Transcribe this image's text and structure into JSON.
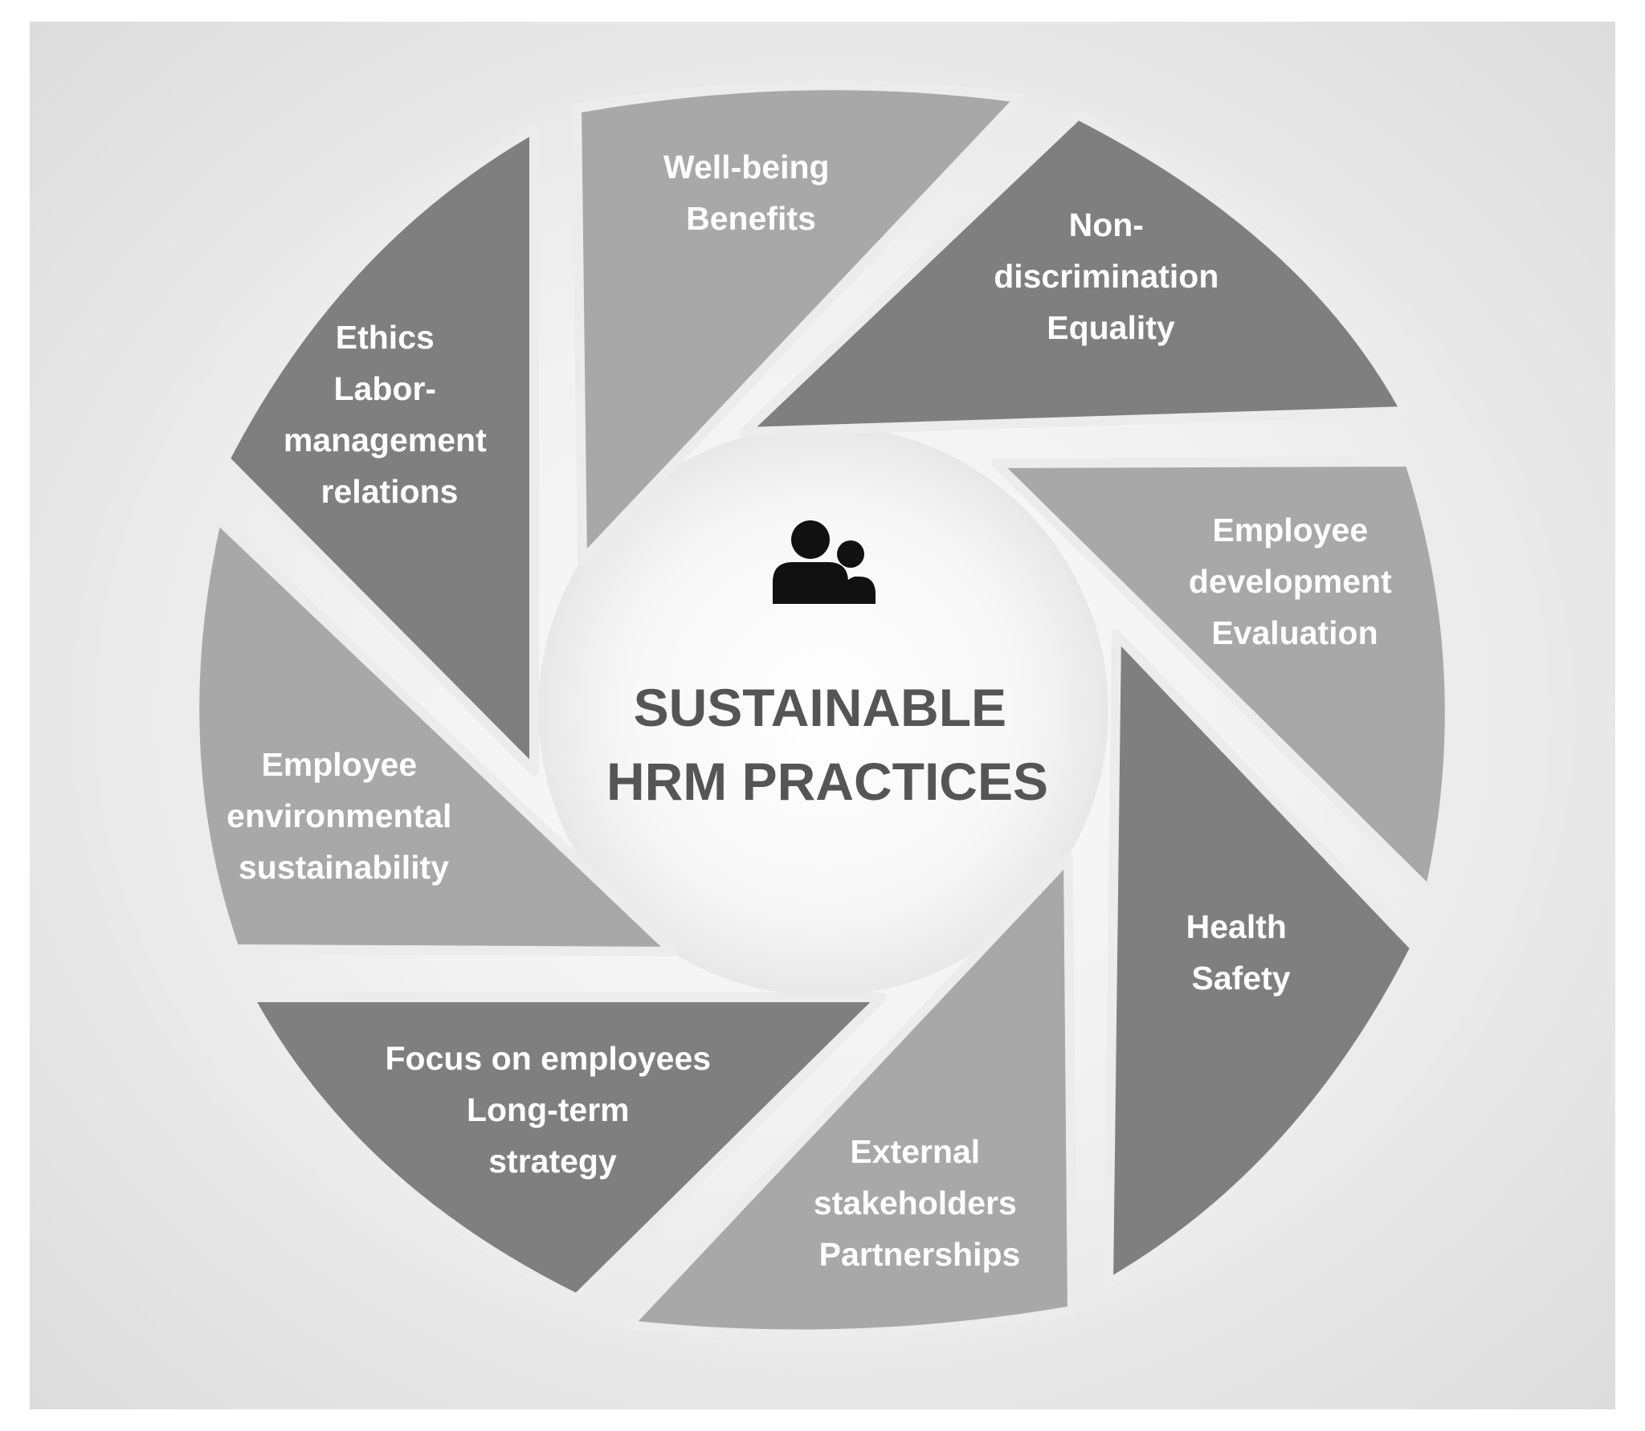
{
  "center": {
    "icon": "people-icon",
    "title_line1": "SUSTAINABLE",
    "title_line2": "HRM PRACTICES"
  },
  "segments": [
    {
      "id": "wellbeing",
      "lines": [
        "Well-being",
        "Benefits"
      ],
      "color": "#a8a8a8"
    },
    {
      "id": "nondiscrimination",
      "lines": [
        "Non-",
        "discrimination",
        "Equality"
      ],
      "color": "#7f7f7f"
    },
    {
      "id": "development",
      "lines": [
        "Employee",
        "development",
        "Evaluation"
      ],
      "color": "#a8a8a8"
    },
    {
      "id": "health",
      "lines": [
        "Health",
        "Safety"
      ],
      "color": "#7f7f7f"
    },
    {
      "id": "external",
      "lines": [
        "External",
        "stakeholders",
        "Partnerships"
      ],
      "color": "#a8a8a8"
    },
    {
      "id": "focus",
      "lines": [
        "Focus on employees",
        "Long-term",
        "strategy"
      ],
      "color": "#7f7f7f"
    },
    {
      "id": "environmental",
      "lines": [
        "Employee",
        "environmental",
        "sustainability"
      ],
      "color": "#a8a8a8"
    },
    {
      "id": "ethics",
      "lines": [
        "Ethics",
        "Labor-",
        "management",
        "relations"
      ],
      "color": "#7f7f7f"
    }
  ]
}
